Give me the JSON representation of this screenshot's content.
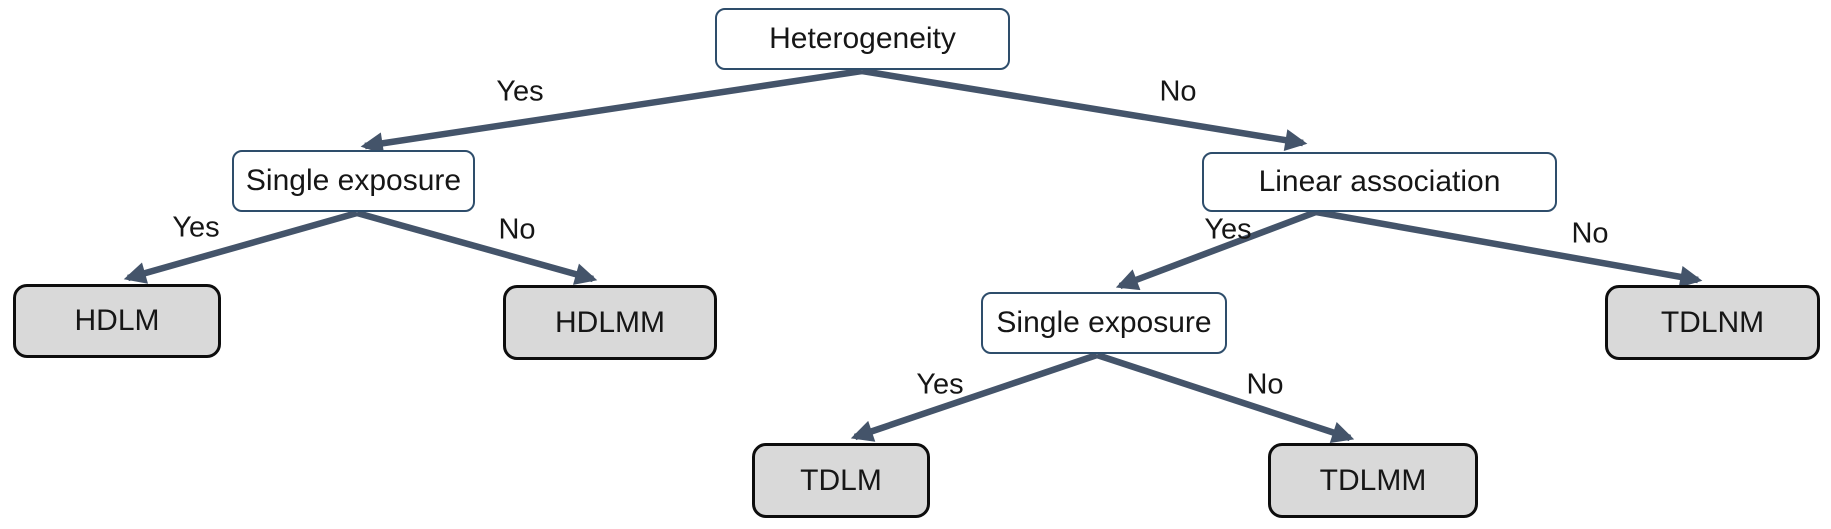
{
  "diagram": {
    "name": "model-selection-decision-tree",
    "colors": {
      "edge_color": "#44546a",
      "decision_border_color": "#2e4d6b",
      "leaf_fill_color": "#d9d9d9",
      "leaf_border_color": "#0d0d0d",
      "text_color": "#161616",
      "background_color": "#ffffff"
    },
    "nodes": [
      {
        "id": "heterogeneity",
        "label": "Heterogeneity",
        "type": "decision"
      },
      {
        "id": "single-exposure-1",
        "label": "Single exposure",
        "type": "decision"
      },
      {
        "id": "linear-association",
        "label": "Linear association",
        "type": "decision"
      },
      {
        "id": "single-exposure-2",
        "label": "Single exposure",
        "type": "decision"
      },
      {
        "id": "hdlm",
        "label": "HDLM",
        "type": "leaf"
      },
      {
        "id": "hdlmm",
        "label": "HDLMM",
        "type": "leaf"
      },
      {
        "id": "tdlnm",
        "label": "TDLNM",
        "type": "leaf"
      },
      {
        "id": "tdlm",
        "label": "TDLM",
        "type": "leaf"
      },
      {
        "id": "tdlmm",
        "label": "TDLMM",
        "type": "leaf"
      }
    ],
    "edges": [
      {
        "from": "heterogeneity",
        "to": "single-exposure-1",
        "label": "Yes"
      },
      {
        "from": "heterogeneity",
        "to": "linear-association",
        "label": "No"
      },
      {
        "from": "single-exposure-1",
        "to": "hdlm",
        "label": "Yes"
      },
      {
        "from": "single-exposure-1",
        "to": "hdlmm",
        "label": "No"
      },
      {
        "from": "linear-association",
        "to": "single-exposure-2",
        "label": "Yes"
      },
      {
        "from": "linear-association",
        "to": "tdlnm",
        "label": "No"
      },
      {
        "from": "single-exposure-2",
        "to": "tdlm",
        "label": "Yes"
      },
      {
        "from": "single-exposure-2",
        "to": "tdlmm",
        "label": "No"
      }
    ]
  }
}
